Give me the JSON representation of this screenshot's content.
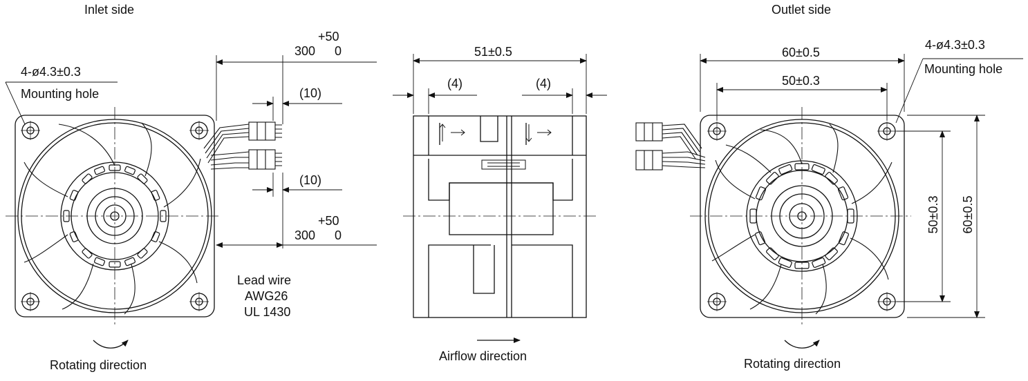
{
  "inlet_view": {
    "title": "Inlet side",
    "mounting_hole_dim": "4-ø4.3±0.3",
    "mounting_hole_label": "Mounting hole",
    "lead_length_top": {
      "value": "300",
      "tol_plus": "+50",
      "tol_minus": "0"
    },
    "lead_length_bottom": {
      "value": "300",
      "tol_plus": "+50",
      "tol_minus": "0"
    },
    "strip_top": "(10)",
    "strip_bottom": "(10)",
    "lead_wire_lines": [
      "Lead wire",
      "AWG26",
      "UL 1430"
    ],
    "rotation_label": "Rotating direction"
  },
  "side_view": {
    "overall_depth": "51±0.5",
    "flange_left": "(4)",
    "flange_right": "(4)",
    "airflow_label": "Airflow direction"
  },
  "outlet_view": {
    "title": "Outlet side",
    "width_outer": "60±0.5",
    "width_pitch": "50±0.3",
    "height_pitch": "50±0.3",
    "height_outer": "60±0.5",
    "mounting_hole_dim": "4-ø4.3±0.3",
    "mounting_hole_label": "Mounting hole",
    "rotation_label": "Rotating direction"
  }
}
